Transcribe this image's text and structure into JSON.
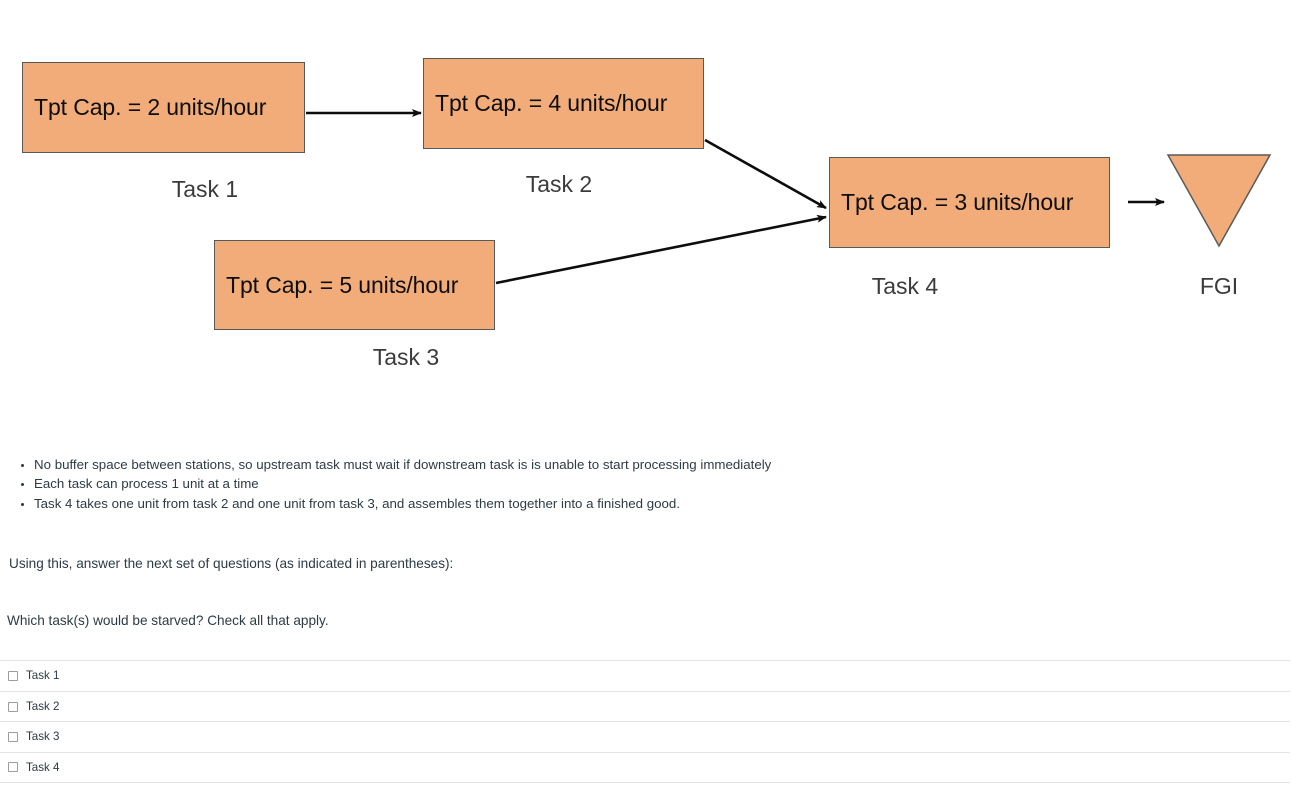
{
  "diagram": {
    "fill_color": "#F2AC79",
    "stroke_color": "#595959",
    "arrow_color": "#0D0D0D",
    "nodes": [
      {
        "id": "task1",
        "label": "Task 1",
        "capacity_text": "Tpt Cap. = 2 units/hour",
        "capacity_value": 2,
        "units": "units/hour",
        "shape": "rectangle"
      },
      {
        "id": "task2",
        "label": "Task 2",
        "capacity_text": "Tpt Cap. = 4 units/hour",
        "capacity_value": 4,
        "units": "units/hour",
        "shape": "rectangle"
      },
      {
        "id": "task3",
        "label": "Task 3",
        "capacity_text": "Tpt Cap. = 5 units/hour",
        "capacity_value": 5,
        "units": "units/hour",
        "shape": "rectangle"
      },
      {
        "id": "task4",
        "label": "Task 4",
        "capacity_text": "Tpt Cap. = 3 units/hour",
        "capacity_value": 3,
        "units": "units/hour",
        "shape": "rectangle"
      },
      {
        "id": "fgi",
        "label": "FGI",
        "capacity_text": "",
        "shape": "inverted-triangle"
      }
    ],
    "edges": [
      {
        "from": "task1",
        "to": "task2"
      },
      {
        "from": "task2",
        "to": "task4"
      },
      {
        "from": "task3",
        "to": "task4"
      },
      {
        "from": "task4",
        "to": "fgi"
      }
    ]
  },
  "notes": [
    "No buffer space between stations, so upstream task must wait if downstream task is is unable to start processing immediately",
    "Each task can process 1 unit at a time",
    "Task 4 takes one unit from task 2 and one unit from task 3, and assembles them together into a finished good."
  ],
  "intro_line": "Using this, answer the next set of questions (as indicated in parentheses):",
  "question": "Which task(s) would be starved? Check all that apply.",
  "answers": [
    {
      "label": "Task 1",
      "checked": false
    },
    {
      "label": "Task 2",
      "checked": false
    },
    {
      "label": "Task 3",
      "checked": false
    },
    {
      "label": "Task 4",
      "checked": false
    }
  ]
}
